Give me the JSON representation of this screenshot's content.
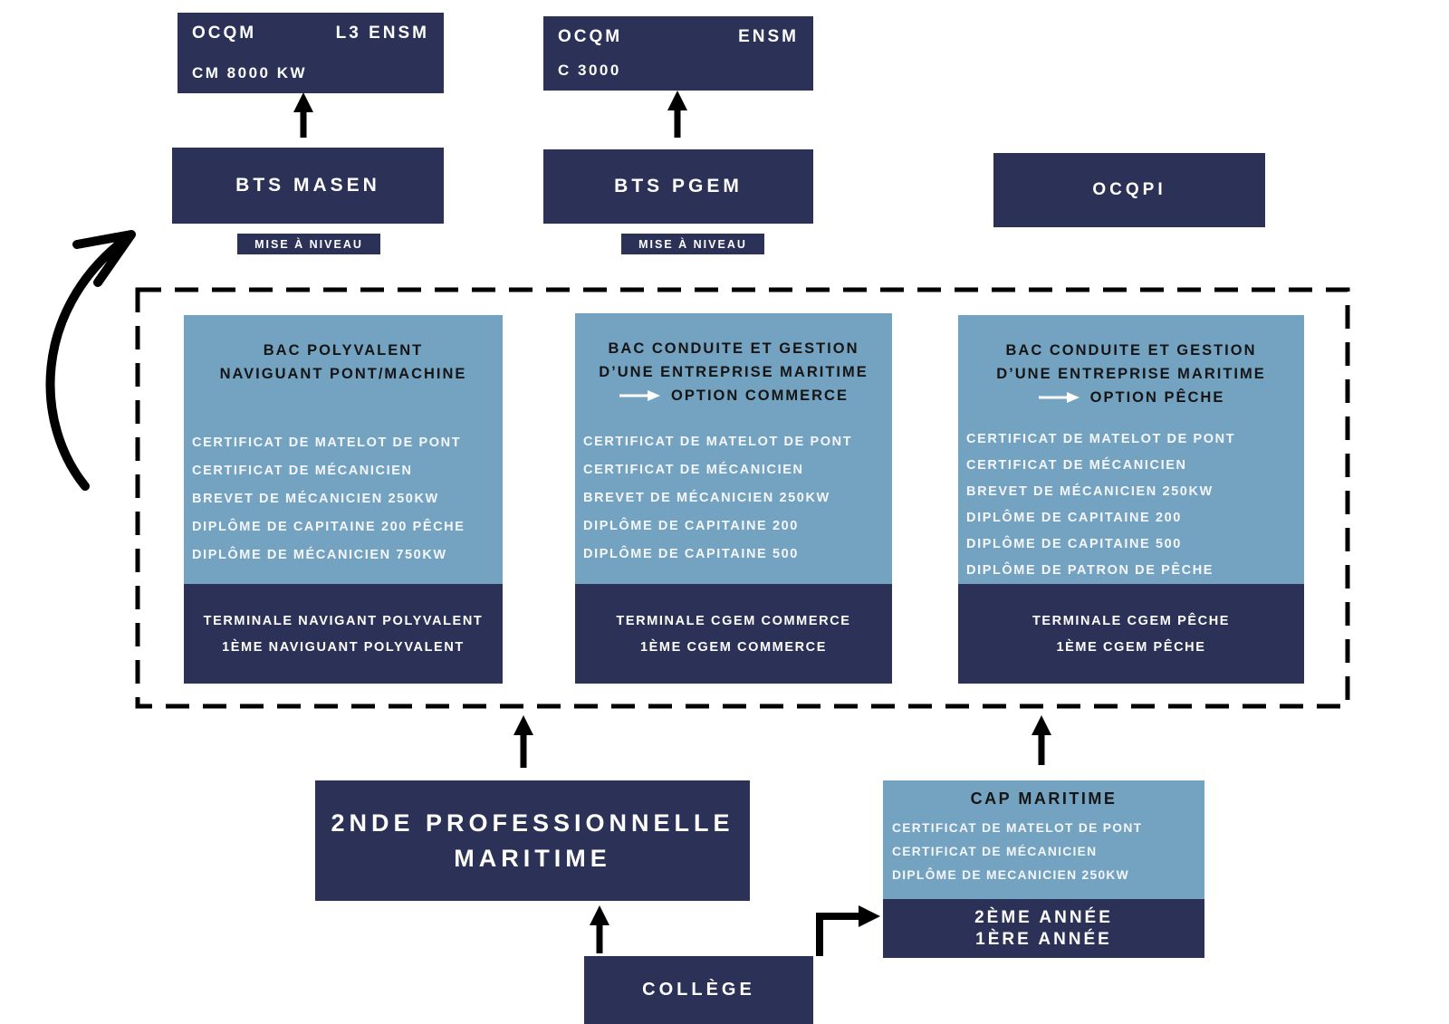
{
  "colors": {
    "navy": "#2b3157",
    "steel_blue": "#74a2c1",
    "arrow_black": "#000000",
    "title_text": "#151515",
    "white": "#ffffff"
  },
  "ocqm_boxes": [
    {
      "code": "OCQM",
      "school": "L3 ENSM",
      "detail": "CM 8000 KW"
    },
    {
      "code": "OCQM",
      "school": "ENSM",
      "detail": "C 3000"
    }
  ],
  "bts_boxes": [
    {
      "label": "BTS MASEN",
      "badge": "MISE À NIVEAU"
    },
    {
      "label": "BTS PGEM",
      "badge": "MISE À NIVEAU"
    }
  ],
  "ocqpi": {
    "label": "OCQPI"
  },
  "columns": [
    {
      "title": [
        "BAC POLYVALENT",
        "NAVIGUANT PONT/MACHINE"
      ],
      "option": "",
      "certs": [
        "CERTIFICAT DE MATELOT DE PONT",
        "CERTIFICAT DE MÉCANICIEN",
        "BREVET DE MÉCANICIEN 250KW",
        "DIPLÔME DE CAPITAINE 200 PÊCHE",
        "DIPLÔME DE MÉCANICIEN 750KW"
      ],
      "levels": [
        "TERMINALE NAVIGANT POLYVALENT",
        "1ÈME NAVIGUANT POLYVALENT"
      ]
    },
    {
      "title": [
        "BAC CONDUITE ET GESTION",
        "D’UNE ENTREPRISE MARITIME"
      ],
      "option": "OPTION COMMERCE",
      "certs": [
        "CERTIFICAT DE MATELOT DE PONT",
        "CERTIFICAT DE MÉCANICIEN",
        "BREVET DE MÉCANICIEN 250KW",
        "DIPLÔME DE CAPITAINE 200",
        "DIPLÔME DE CAPITAINE 500"
      ],
      "levels": [
        "TERMINALE CGEM COMMERCE",
        "1ÈME CGEM COMMERCE"
      ]
    },
    {
      "title": [
        "BAC CONDUITE ET GESTION",
        "D’UNE ENTREPRISE MARITIME"
      ],
      "option": "OPTION PÊCHE",
      "certs": [
        "CERTIFICAT DE MATELOT DE PONT",
        "CERTIFICAT DE MÉCANICIEN",
        "BREVET DE MÉCANICIEN 250KW",
        "DIPLÔME DE CAPITAINE 200",
        "DIPLÔME DE CAPITAINE 500",
        "DIPLÔME DE PATRON DE PÊCHE"
      ],
      "levels": [
        "TERMINALE CGEM PÊCHE",
        "1ÈME CGEM PÊCHE"
      ]
    }
  ],
  "seconde": {
    "line1": "2NDE PROFESSIONNELLE",
    "line2": "MARITIME"
  },
  "cap": {
    "title": "CAP MARITIME",
    "certs": [
      "CERTIFICAT DE MATELOT DE PONT",
      "CERTIFICAT DE MÉCANICIEN",
      "DIPLÔME DE MECANICIEN 250KW"
    ],
    "years": [
      "2ÈME ANNÉE",
      "1ÈRE ANNÉE"
    ]
  },
  "college": {
    "label": "COLLÈGE"
  }
}
